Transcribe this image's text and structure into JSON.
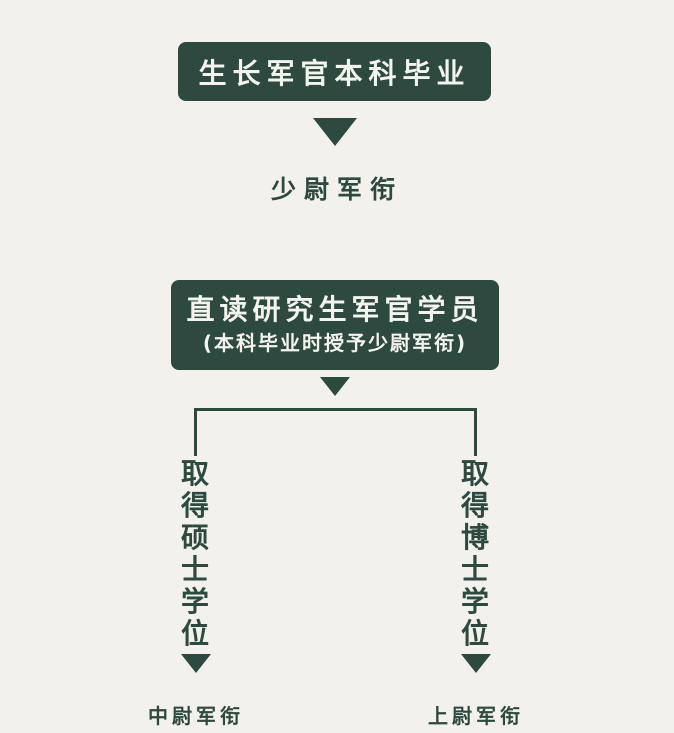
{
  "colors": {
    "background": "#f2f1ec",
    "primary_green": "#2c4a3f",
    "box_text": "#f4f3ee"
  },
  "path_undergraduate": {
    "box_label": "生长军官本科毕业",
    "result_rank": "少尉军衔"
  },
  "path_graduate": {
    "box_line1": "直读研究生军官学员",
    "box_line2": "(本科毕业时授予少尉军衔)",
    "branches": [
      {
        "chars": [
          "取",
          "得",
          "硕",
          "士",
          "学",
          "位"
        ],
        "label": "取得硕士学位",
        "result_rank": "中尉军衔"
      },
      {
        "chars": [
          "取",
          "得",
          "博",
          "士",
          "学",
          "位"
        ],
        "label": "取得博士学位",
        "result_rank": "上尉军衔"
      }
    ]
  },
  "icons": {
    "arrow": "down-triangle"
  }
}
